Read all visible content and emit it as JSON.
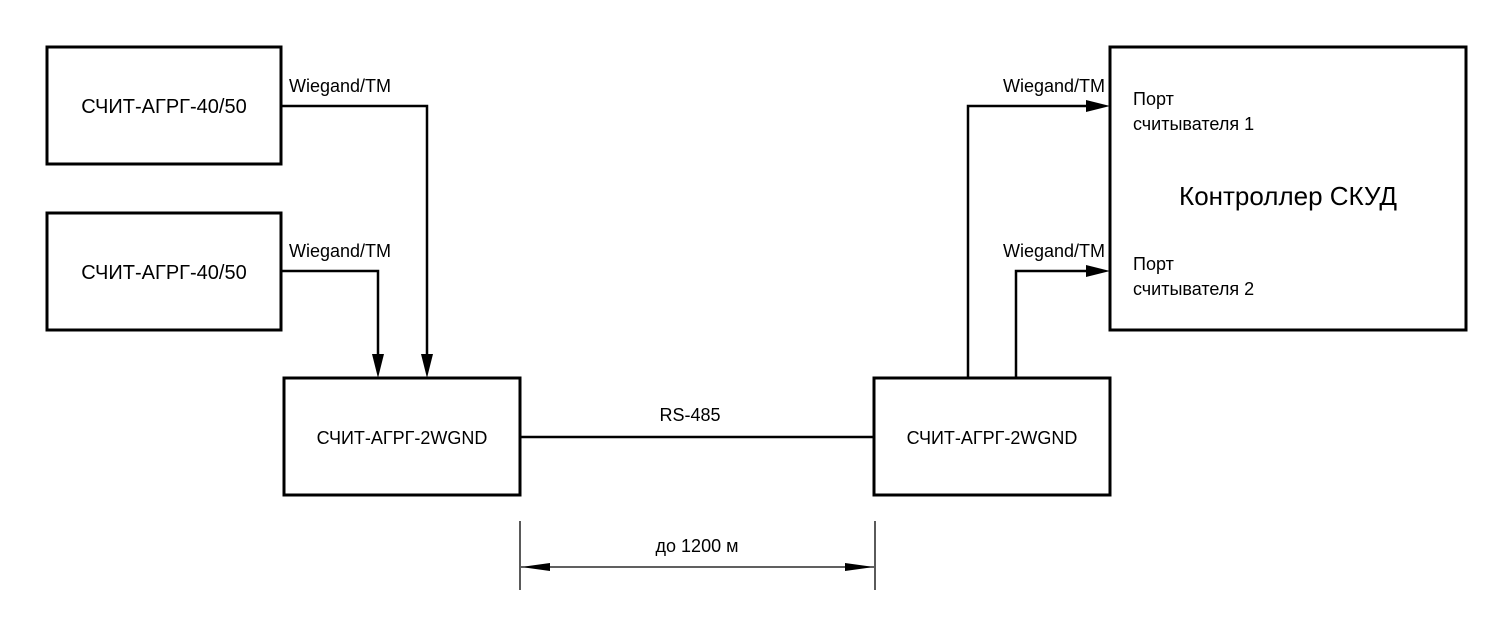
{
  "diagram": {
    "readers": [
      {
        "label": "СЧИТ-АГРГ-40/50",
        "link_label": "Wiegand/TM"
      },
      {
        "label": "СЧИТ-АГРГ-40/50",
        "link_label": "Wiegand/TM"
      }
    ],
    "aggregator_left": {
      "label": "СЧИТ-АГРГ-2WGND"
    },
    "aggregator_right": {
      "label": "СЧИТ-АГРГ-2WGND"
    },
    "bus": {
      "label": "RS-485"
    },
    "distance": {
      "label": "до 1200 м"
    },
    "controller": {
      "title": "Контроллер СКУД",
      "ports": [
        {
          "line1": "Порт",
          "line2": "считывателя 1",
          "link_label": "Wiegand/TM"
        },
        {
          "line1": "Порт",
          "line2": "считывателя 2",
          "link_label": "Wiegand/TM"
        }
      ]
    },
    "colors": {
      "stroke": "#000000",
      "background": "#ffffff"
    }
  }
}
